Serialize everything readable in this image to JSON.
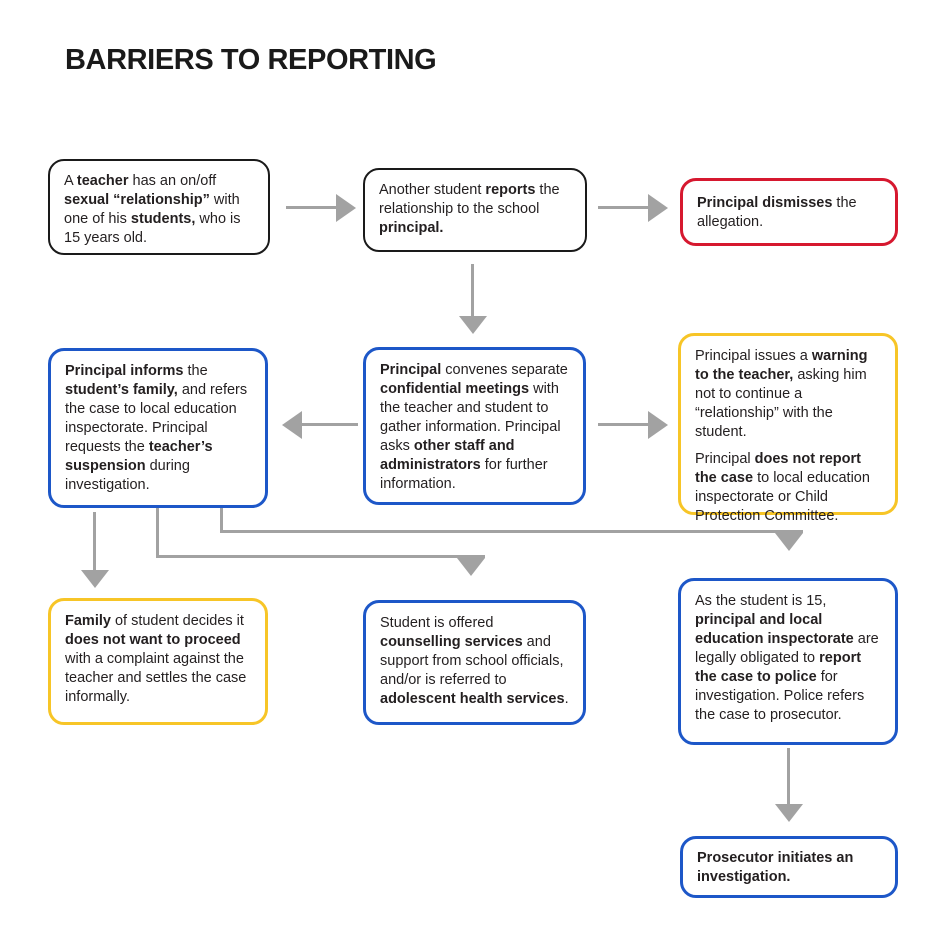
{
  "title": "BARRIERS TO REPORTING",
  "palette": {
    "background": "#ffffff",
    "black_border": "#1a1a1a",
    "blue": "#1d57c8",
    "yellow": "#f7c527",
    "red": "#d6182f",
    "arrow_gray": "#a2a2a2",
    "text": "#231f20"
  },
  "boxes": [
    {
      "name": "teacher-relationship",
      "border": "black",
      "segments": [
        {
          "t": "A "
        },
        {
          "t": "teacher",
          "b": true
        },
        {
          "t": " has an on/off "
        },
        {
          "t": "sexual “relationship”",
          "b": true
        },
        {
          "t": " with one of his "
        },
        {
          "t": "students,",
          "b": true
        },
        {
          "t": " who is 15 years old."
        }
      ]
    },
    {
      "name": "student-reports",
      "border": "black",
      "segments": [
        {
          "t": "Another student "
        },
        {
          "t": "reports",
          "b": true
        },
        {
          "t": " the relationship to the school "
        },
        {
          "t": "principal.",
          "b": true
        }
      ]
    },
    {
      "name": "principal-dismisses",
      "border": "red",
      "segments": [
        {
          "t": "Principal dismisses",
          "b": true
        },
        {
          "t": " the allegation."
        }
      ]
    },
    {
      "name": "principal-informs-family",
      "border": "blue",
      "segments": [
        {
          "t": "Principal informs",
          "b": true
        },
        {
          "t": " the "
        },
        {
          "t": "student’s family,",
          "b": true
        },
        {
          "t": " and refers the case to local education inspectorate. Principal requests the "
        },
        {
          "t": "teacher’s suspension",
          "b": true
        },
        {
          "t": " during investigation."
        }
      ]
    },
    {
      "name": "confidential-meetings",
      "border": "blue",
      "segments": [
        {
          "t": "Principal",
          "b": true
        },
        {
          "t": " convenes separate "
        },
        {
          "t": "confidential meetings",
          "b": true
        },
        {
          "t": " with the teacher and student to gather information. Principal asks "
        },
        {
          "t": "other staff and administrators",
          "b": true
        },
        {
          "t": " for further information."
        }
      ]
    },
    {
      "name": "warning-no-report",
      "border": "yellow",
      "segments": [
        {
          "t": "Principal issues a "
        },
        {
          "t": "warning to the teacher,",
          "b": true
        },
        {
          "t": " asking him not to continue a “relationship” with the student."
        },
        {
          "p": true
        },
        {
          "t": "Principal "
        },
        {
          "t": "does not report the case",
          "b": true
        },
        {
          "t": " to local education inspectorate or Child Protection Committee."
        }
      ]
    },
    {
      "name": "family-settles",
      "border": "yellow",
      "segments": [
        {
          "t": "Family",
          "b": true
        },
        {
          "t": " of student decides it "
        },
        {
          "t": "does not want to proceed",
          "b": true
        },
        {
          "t": " with a complaint against the teacher and settles the case informally."
        }
      ]
    },
    {
      "name": "counselling-services",
      "border": "blue",
      "segments": [
        {
          "t": "Student is offered "
        },
        {
          "t": "counselling services",
          "b": true
        },
        {
          "t": " and support from school officials, and/or is referred to "
        },
        {
          "t": "adolescent health services",
          "b": true
        },
        {
          "t": "."
        }
      ]
    },
    {
      "name": "report-to-police",
      "border": "blue",
      "segments": [
        {
          "t": "As the student is 15, "
        },
        {
          "t": "principal and local education inspectorate",
          "b": true
        },
        {
          "t": " are legally obligated to "
        },
        {
          "t": "report the case to police",
          "b": true
        },
        {
          "t": " for investigation. Police refers the case to prosecutor."
        }
      ]
    },
    {
      "name": "prosecutor-investigation",
      "border": "blue",
      "segments": [
        {
          "t": "Prosecutor initiates an investigation.",
          "b": true
        }
      ]
    }
  ],
  "connections": [
    {
      "from": "teacher-relationship",
      "to": "student-reports",
      "direction": "right"
    },
    {
      "from": "student-reports",
      "to": "principal-dismisses",
      "direction": "right"
    },
    {
      "from": "student-reports",
      "to": "confidential-meetings",
      "direction": "down"
    },
    {
      "from": "confidential-meetings",
      "to": "principal-informs-family",
      "direction": "left"
    },
    {
      "from": "confidential-meetings",
      "to": "warning-no-report",
      "direction": "right"
    },
    {
      "from": "principal-informs-family",
      "to": "family-settles",
      "direction": "down"
    },
    {
      "from": "principal-informs-family",
      "to": "counselling-services",
      "direction": "down-right-elbow"
    },
    {
      "from": "principal-informs-family",
      "to": "report-to-police",
      "direction": "down-right-elbow"
    },
    {
      "from": "report-to-police",
      "to": "prosecutor-investigation",
      "direction": "down"
    }
  ]
}
